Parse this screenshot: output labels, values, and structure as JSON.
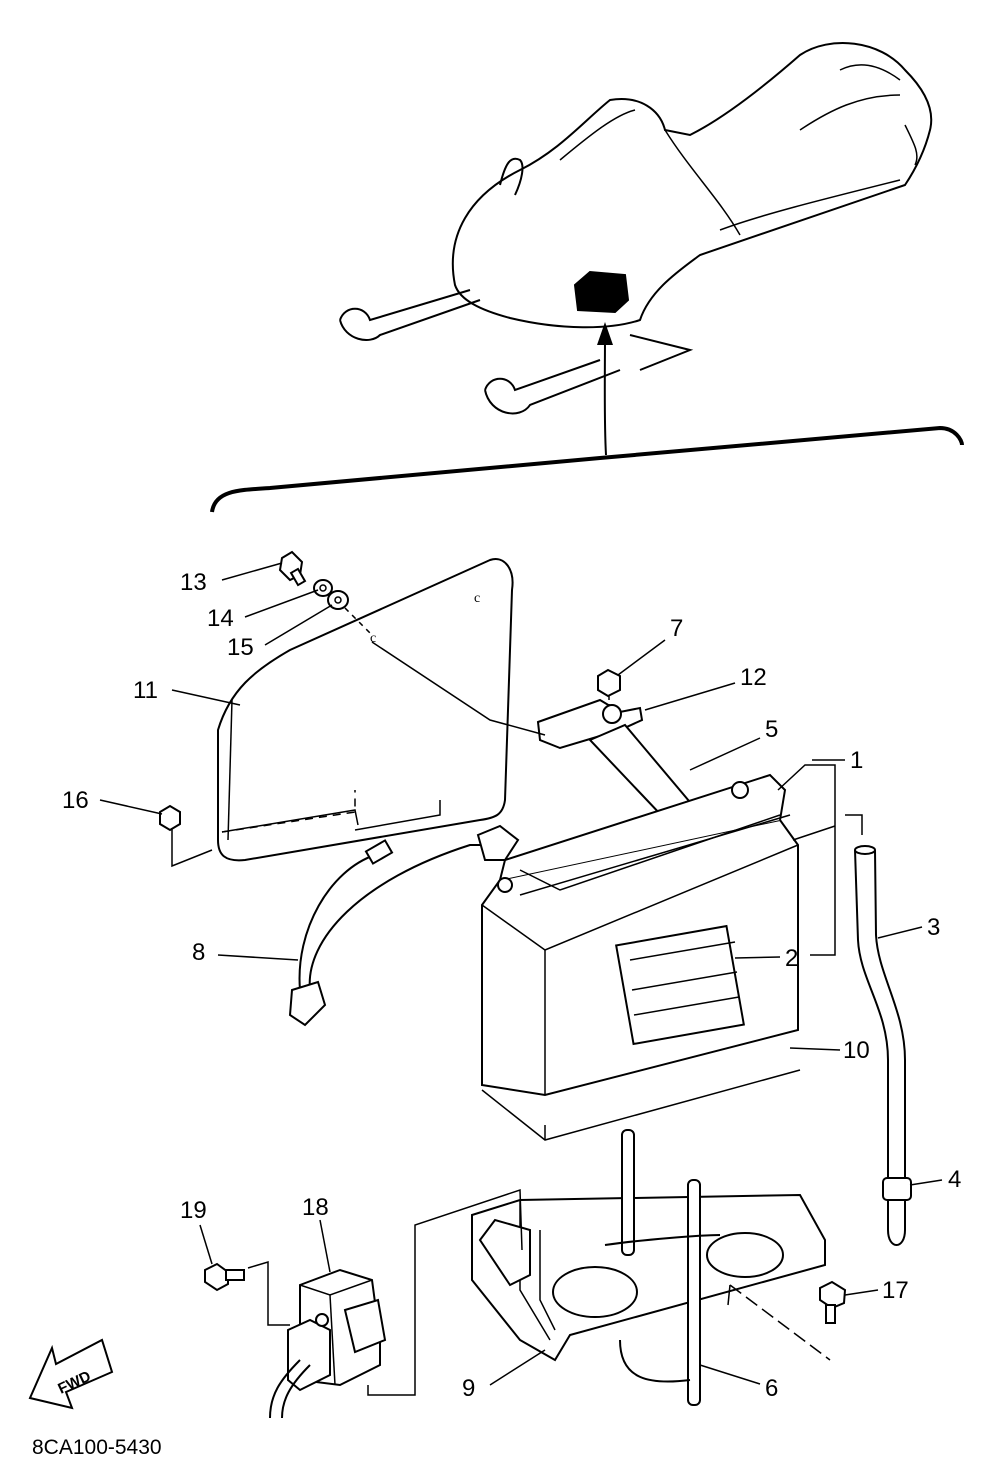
{
  "diagram": {
    "code": "8CA100-5430",
    "fwd_label": "FWD",
    "callouts": {
      "n1": "1",
      "n2": "2",
      "n3": "3",
      "n4": "4",
      "n5": "5",
      "n6": "6",
      "n7": "7",
      "n8": "8",
      "n9": "9",
      "n10": "10",
      "n11": "11",
      "n12": "12",
      "n13": "13",
      "n14": "14",
      "n15": "15",
      "n16": "16",
      "n17": "17",
      "n18": "18",
      "n19": "19"
    }
  }
}
